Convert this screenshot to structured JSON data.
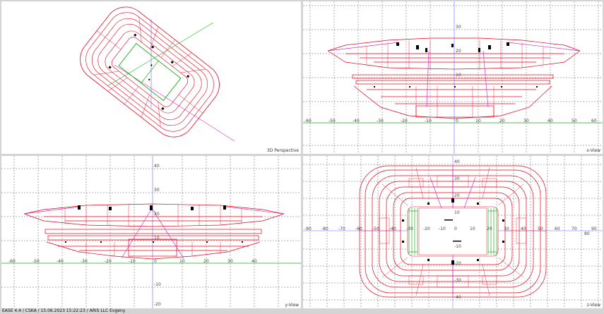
{
  "viewports": {
    "perspective": {
      "label": "3D Perspective"
    },
    "x_view": {
      "label": "x-View",
      "ticks": [
        "-60",
        "-50",
        "-40",
        "-30",
        "-20",
        "-10",
        "0",
        "10",
        "20",
        "30",
        "40",
        "50",
        "60"
      ],
      "vticks": [
        "30",
        "20",
        "10"
      ]
    },
    "y_view": {
      "label": "y-View",
      "ticks": [
        "-60",
        "-50",
        "-40",
        "-30",
        "-20",
        "-10",
        "0",
        "10",
        "20",
        "30",
        "40"
      ],
      "vticks": [
        "40",
        "30",
        "20",
        "10",
        "-10",
        "-20"
      ]
    },
    "z_view": {
      "label": "z-View",
      "ticks": [
        "-90",
        "-80",
        "-70",
        "-60",
        "-50",
        "-40",
        "-30",
        "-20",
        "-10",
        "0",
        "10",
        "20",
        "30",
        "40",
        "50",
        "60",
        "70",
        "80",
        "90"
      ],
      "vticks": [
        "40",
        "30",
        "20",
        "10",
        "-10",
        "-20",
        "-30",
        "-40"
      ]
    }
  },
  "status_bar": {
    "text": "EASE 4.4 / CSKA / 15.06.2023 15:22:23 / ARIS LLC Evgeny"
  },
  "colors": {
    "structure": "#e8001a",
    "grid": "#5f5f5f",
    "field": "#00a000",
    "axis_green": "#19b119",
    "axis_magenta": "#cc33cc",
    "speaker": "#000000"
  }
}
